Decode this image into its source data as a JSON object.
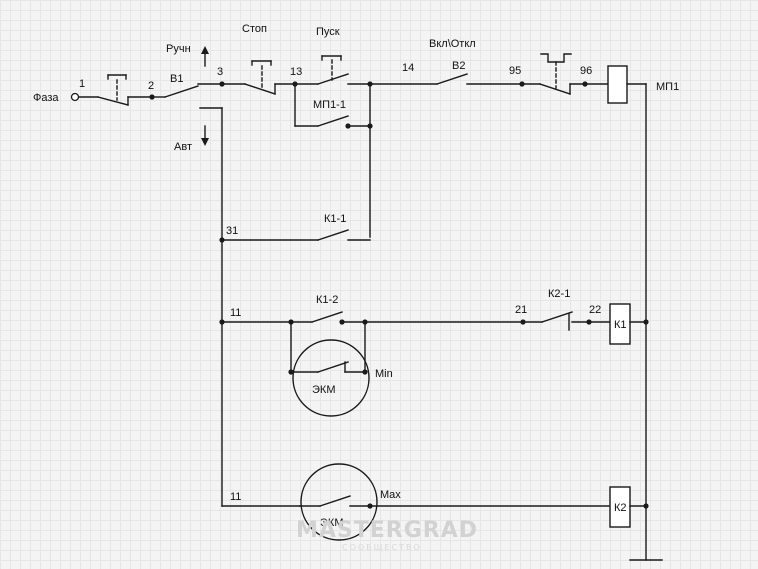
{
  "diagram": {
    "labels": {
      "phase": "Фаза",
      "manual": "Ручн",
      "auto": "Авт",
      "stop": "Стоп",
      "start": "Пуск",
      "on_off": "Вкл\\Откл",
      "mp1": "МП1",
      "mp1_1": "МП1-1",
      "k1_1": "К1-1",
      "k1_2": "К1-2",
      "k2_1": "К2-1",
      "k1": "К1",
      "k2": "К2",
      "b1": "В1",
      "b2": "В2",
      "ekm": "ЭКМ",
      "min": "Min",
      "max": "Max"
    },
    "nodes": {
      "n1": "1",
      "n2": "2",
      "n3": "3",
      "n13": "13",
      "n14": "14",
      "n95": "95",
      "n96": "96",
      "n31": "31",
      "n11a": "11",
      "n11b": "11",
      "n21": "21",
      "n22": "22"
    },
    "watermark": {
      "main": "MASTERGRAD",
      "sub": "СООБЩЕСТВО"
    },
    "colors": {
      "wire": "#1a1a1a",
      "grid": "#e6e6e6",
      "background": "#f4f4f4"
    }
  }
}
